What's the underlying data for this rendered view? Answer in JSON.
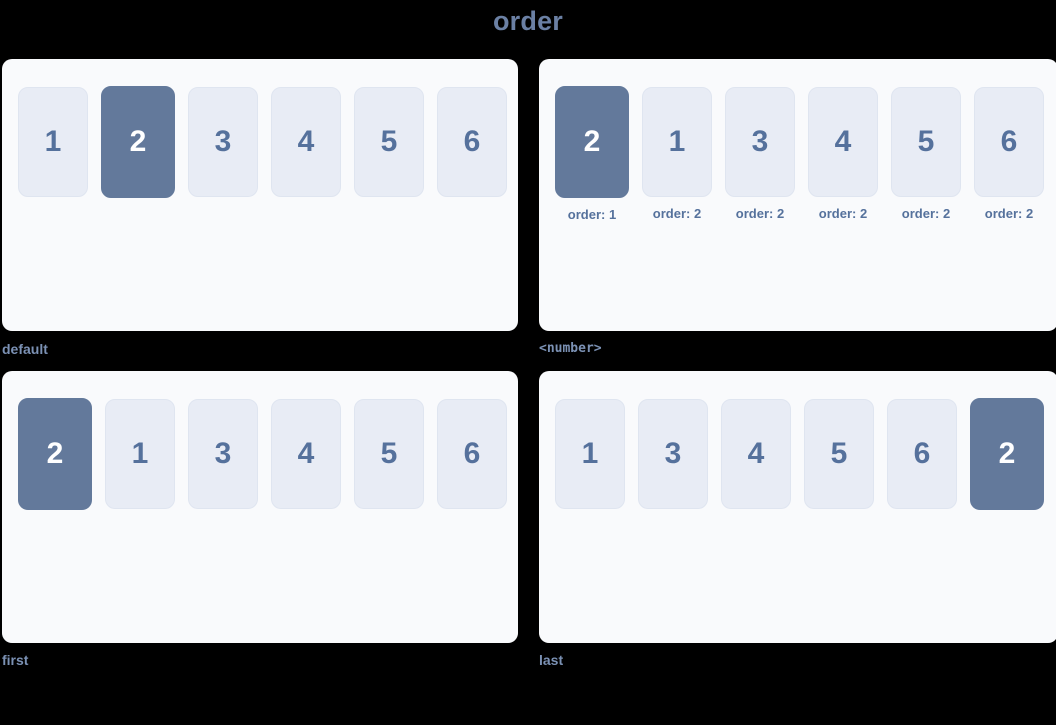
{
  "title": "order",
  "theme": {
    "background": "#000000",
    "card_background": "#f9fafc",
    "box_background": "#e8ecf5",
    "box_border": "#dfe5f0",
    "box_text": "#55719c",
    "accent": "#63799b",
    "accent_text": "#ffffff",
    "title_color": "#6b80a4",
    "label_color": "#7b91b4"
  },
  "panels": [
    {
      "label": "default",
      "label_style": "text",
      "has_captions": false,
      "items": [
        {
          "value": "1",
          "accent": false
        },
        {
          "value": "2",
          "accent": true
        },
        {
          "value": "3",
          "accent": false
        },
        {
          "value": "4",
          "accent": false
        },
        {
          "value": "5",
          "accent": false
        },
        {
          "value": "6",
          "accent": false
        }
      ]
    },
    {
      "label": "<number>",
      "label_style": "mono",
      "has_captions": true,
      "items": [
        {
          "value": "2",
          "accent": true,
          "caption": "order: 1"
        },
        {
          "value": "1",
          "accent": false,
          "caption": "order: 2"
        },
        {
          "value": "3",
          "accent": false,
          "caption": "order: 2"
        },
        {
          "value": "4",
          "accent": false,
          "caption": "order: 2"
        },
        {
          "value": "5",
          "accent": false,
          "caption": "order: 2"
        },
        {
          "value": "6",
          "accent": false,
          "caption": "order: 2"
        }
      ]
    },
    {
      "label": "first",
      "label_style": "text",
      "has_captions": false,
      "items": [
        {
          "value": "2",
          "accent": true
        },
        {
          "value": "1",
          "accent": false
        },
        {
          "value": "3",
          "accent": false
        },
        {
          "value": "4",
          "accent": false
        },
        {
          "value": "5",
          "accent": false
        },
        {
          "value": "6",
          "accent": false
        }
      ]
    },
    {
      "label": "last",
      "label_style": "text",
      "has_captions": false,
      "items": [
        {
          "value": "1",
          "accent": false
        },
        {
          "value": "3",
          "accent": false
        },
        {
          "value": "4",
          "accent": false
        },
        {
          "value": "5",
          "accent": false
        },
        {
          "value": "6",
          "accent": false
        },
        {
          "value": "2",
          "accent": true
        }
      ]
    }
  ]
}
